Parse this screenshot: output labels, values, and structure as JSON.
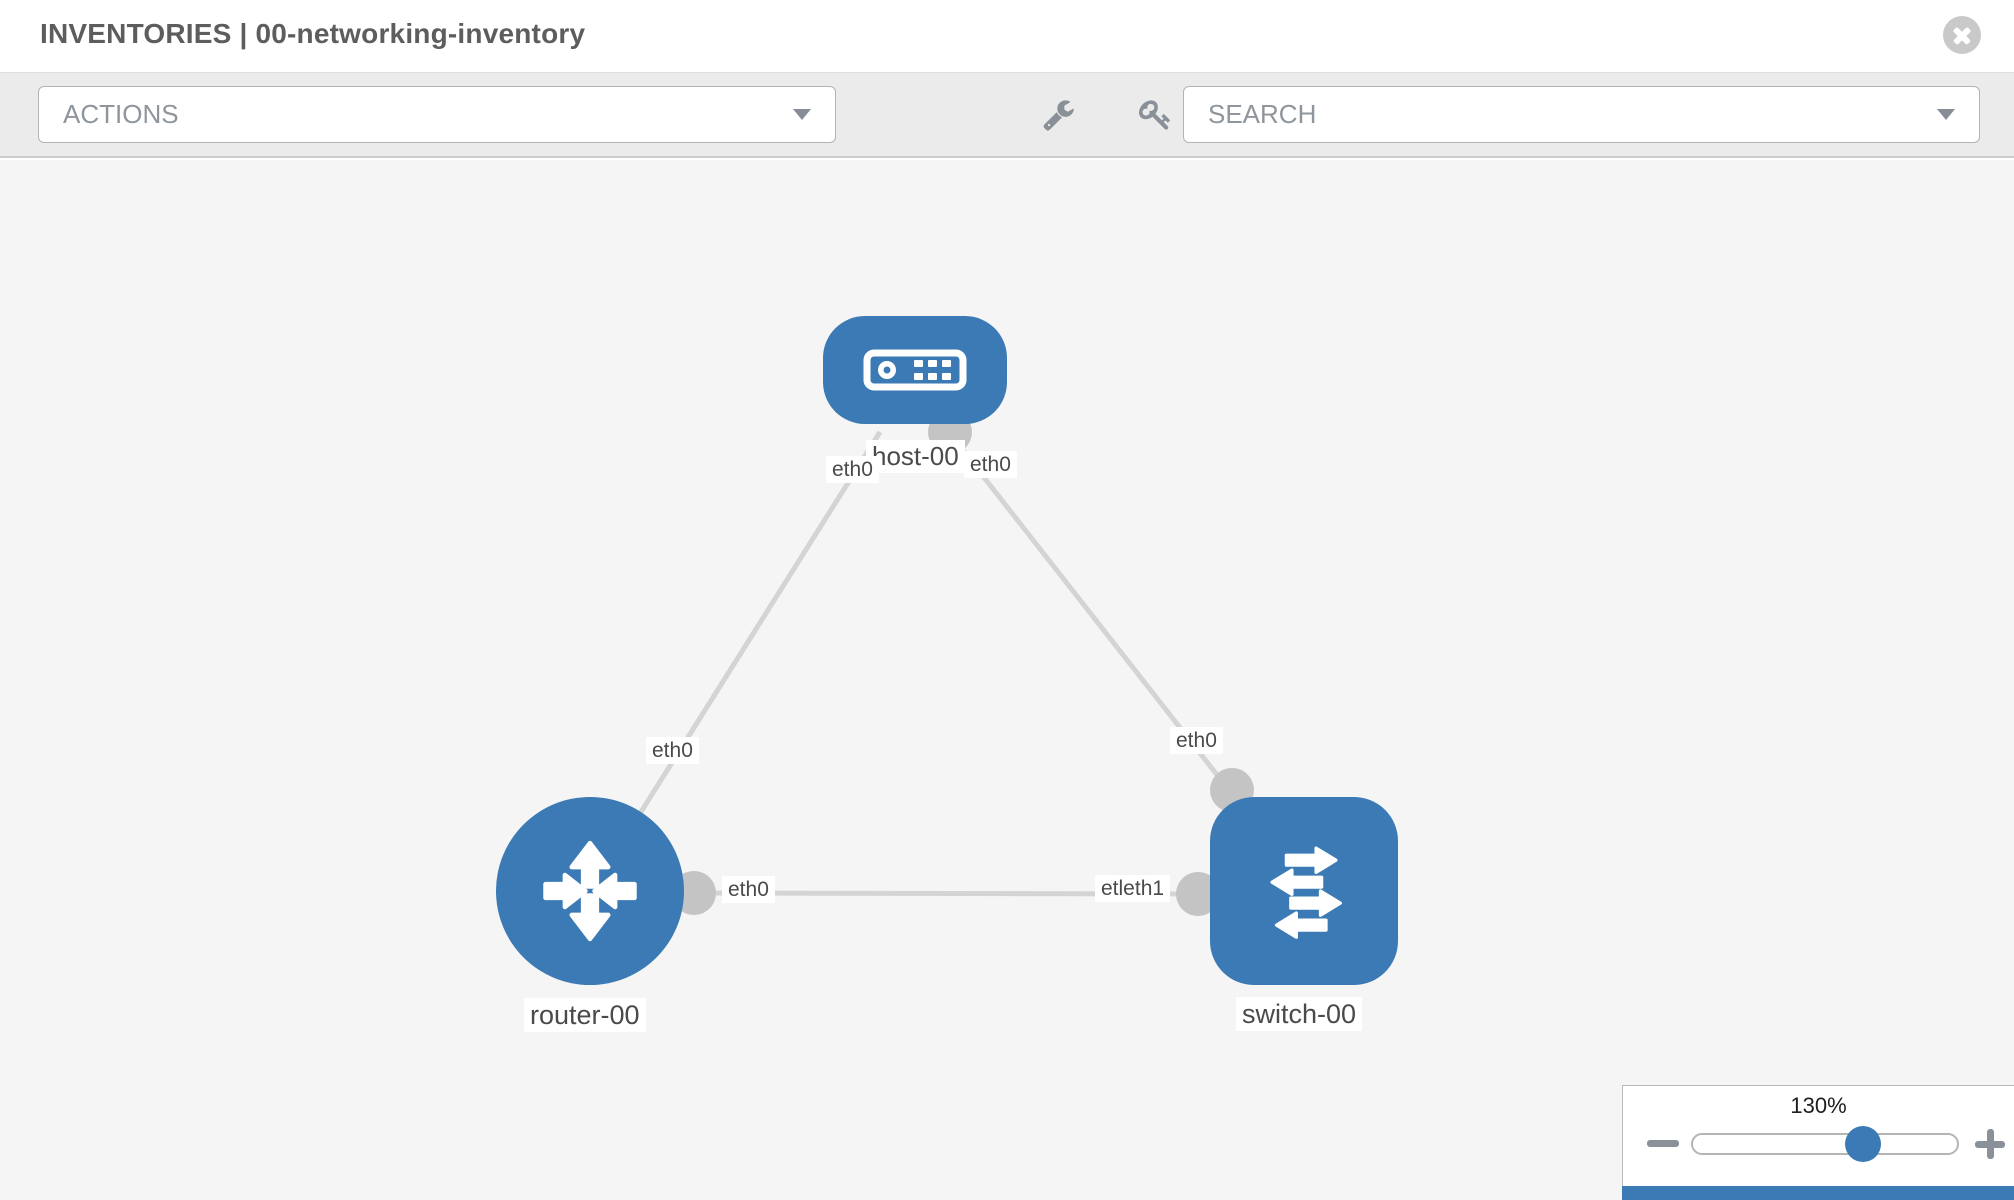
{
  "header": {
    "title": "INVENTORIES | 00-networking-inventory"
  },
  "toolbar": {
    "actions_label": "ACTIONS",
    "search_placeholder": "SEARCH",
    "icons": [
      "wrench-icon",
      "key-icon"
    ]
  },
  "topology": {
    "nodes": [
      {
        "id": "host-00",
        "type": "host",
        "label": "host-00"
      },
      {
        "id": "router-00",
        "type": "router",
        "label": "router-00"
      },
      {
        "id": "switch-00",
        "type": "switch",
        "label": "switch-00"
      }
    ],
    "links": [
      {
        "from": "router-00",
        "to": "host-00",
        "from_label": "eth0",
        "to_label": "eth0"
      },
      {
        "from": "host-00",
        "to": "switch-00",
        "from_label": "eth0",
        "to_label": "eth0"
      },
      {
        "from": "router-00",
        "to": "switch-00",
        "from_label": "eth0",
        "to_label": "etleth1"
      }
    ]
  },
  "zoom": {
    "level": "130%"
  },
  "colors": {
    "node_blue": "#3b7ab4",
    "link_gray": "#d4d4d4",
    "port_gray": "#c4c4c4",
    "toolbar_bg": "#ebebeb",
    "canvas_bg": "#f5f5f5"
  }
}
